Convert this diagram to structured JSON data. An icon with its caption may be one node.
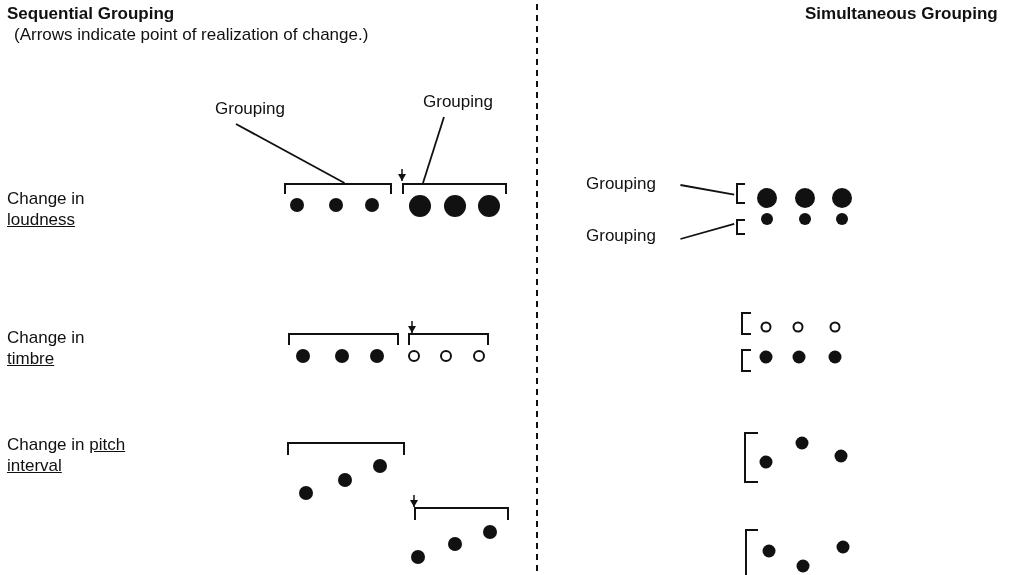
{
  "diagram": {
    "nodes": [
      {
        "text": [
          "Grouping"
        ]
      },
      {
        "text": [
          "Grouping"
        ]
      },
      {
        "text": [],
        "shape": "bracket"
      },
      {
        "text": [],
        "shape": "bracket"
      },
      {
        "text": [
          "Grouping"
        ]
      },
      {
        "text": [
          "Grouping"
        ]
      },
      {
        "text": [],
        "shape": "bracket"
      },
      {
        "text": [],
        "shape": "bracket"
      }
    ],
    "edges": [
      {
        "from": 0,
        "to": 2,
        "arrow": "none"
      },
      {
        "from": 1,
        "to": 3,
        "arrow": "none"
      },
      {
        "from": 4,
        "to": 6,
        "arrow": "none"
      },
      {
        "from": 5,
        "to": 7,
        "arrow": "none"
      }
    ],
    "labels": [
      "Sequential Grouping",
      "Simultaneous Grouping",
      "(Arrows indicate point of realization of change.)",
      "Change in",
      "loudness",
      "Change in",
      "timbre",
      "Change in",
      "pitch interval"
    ]
  }
}
